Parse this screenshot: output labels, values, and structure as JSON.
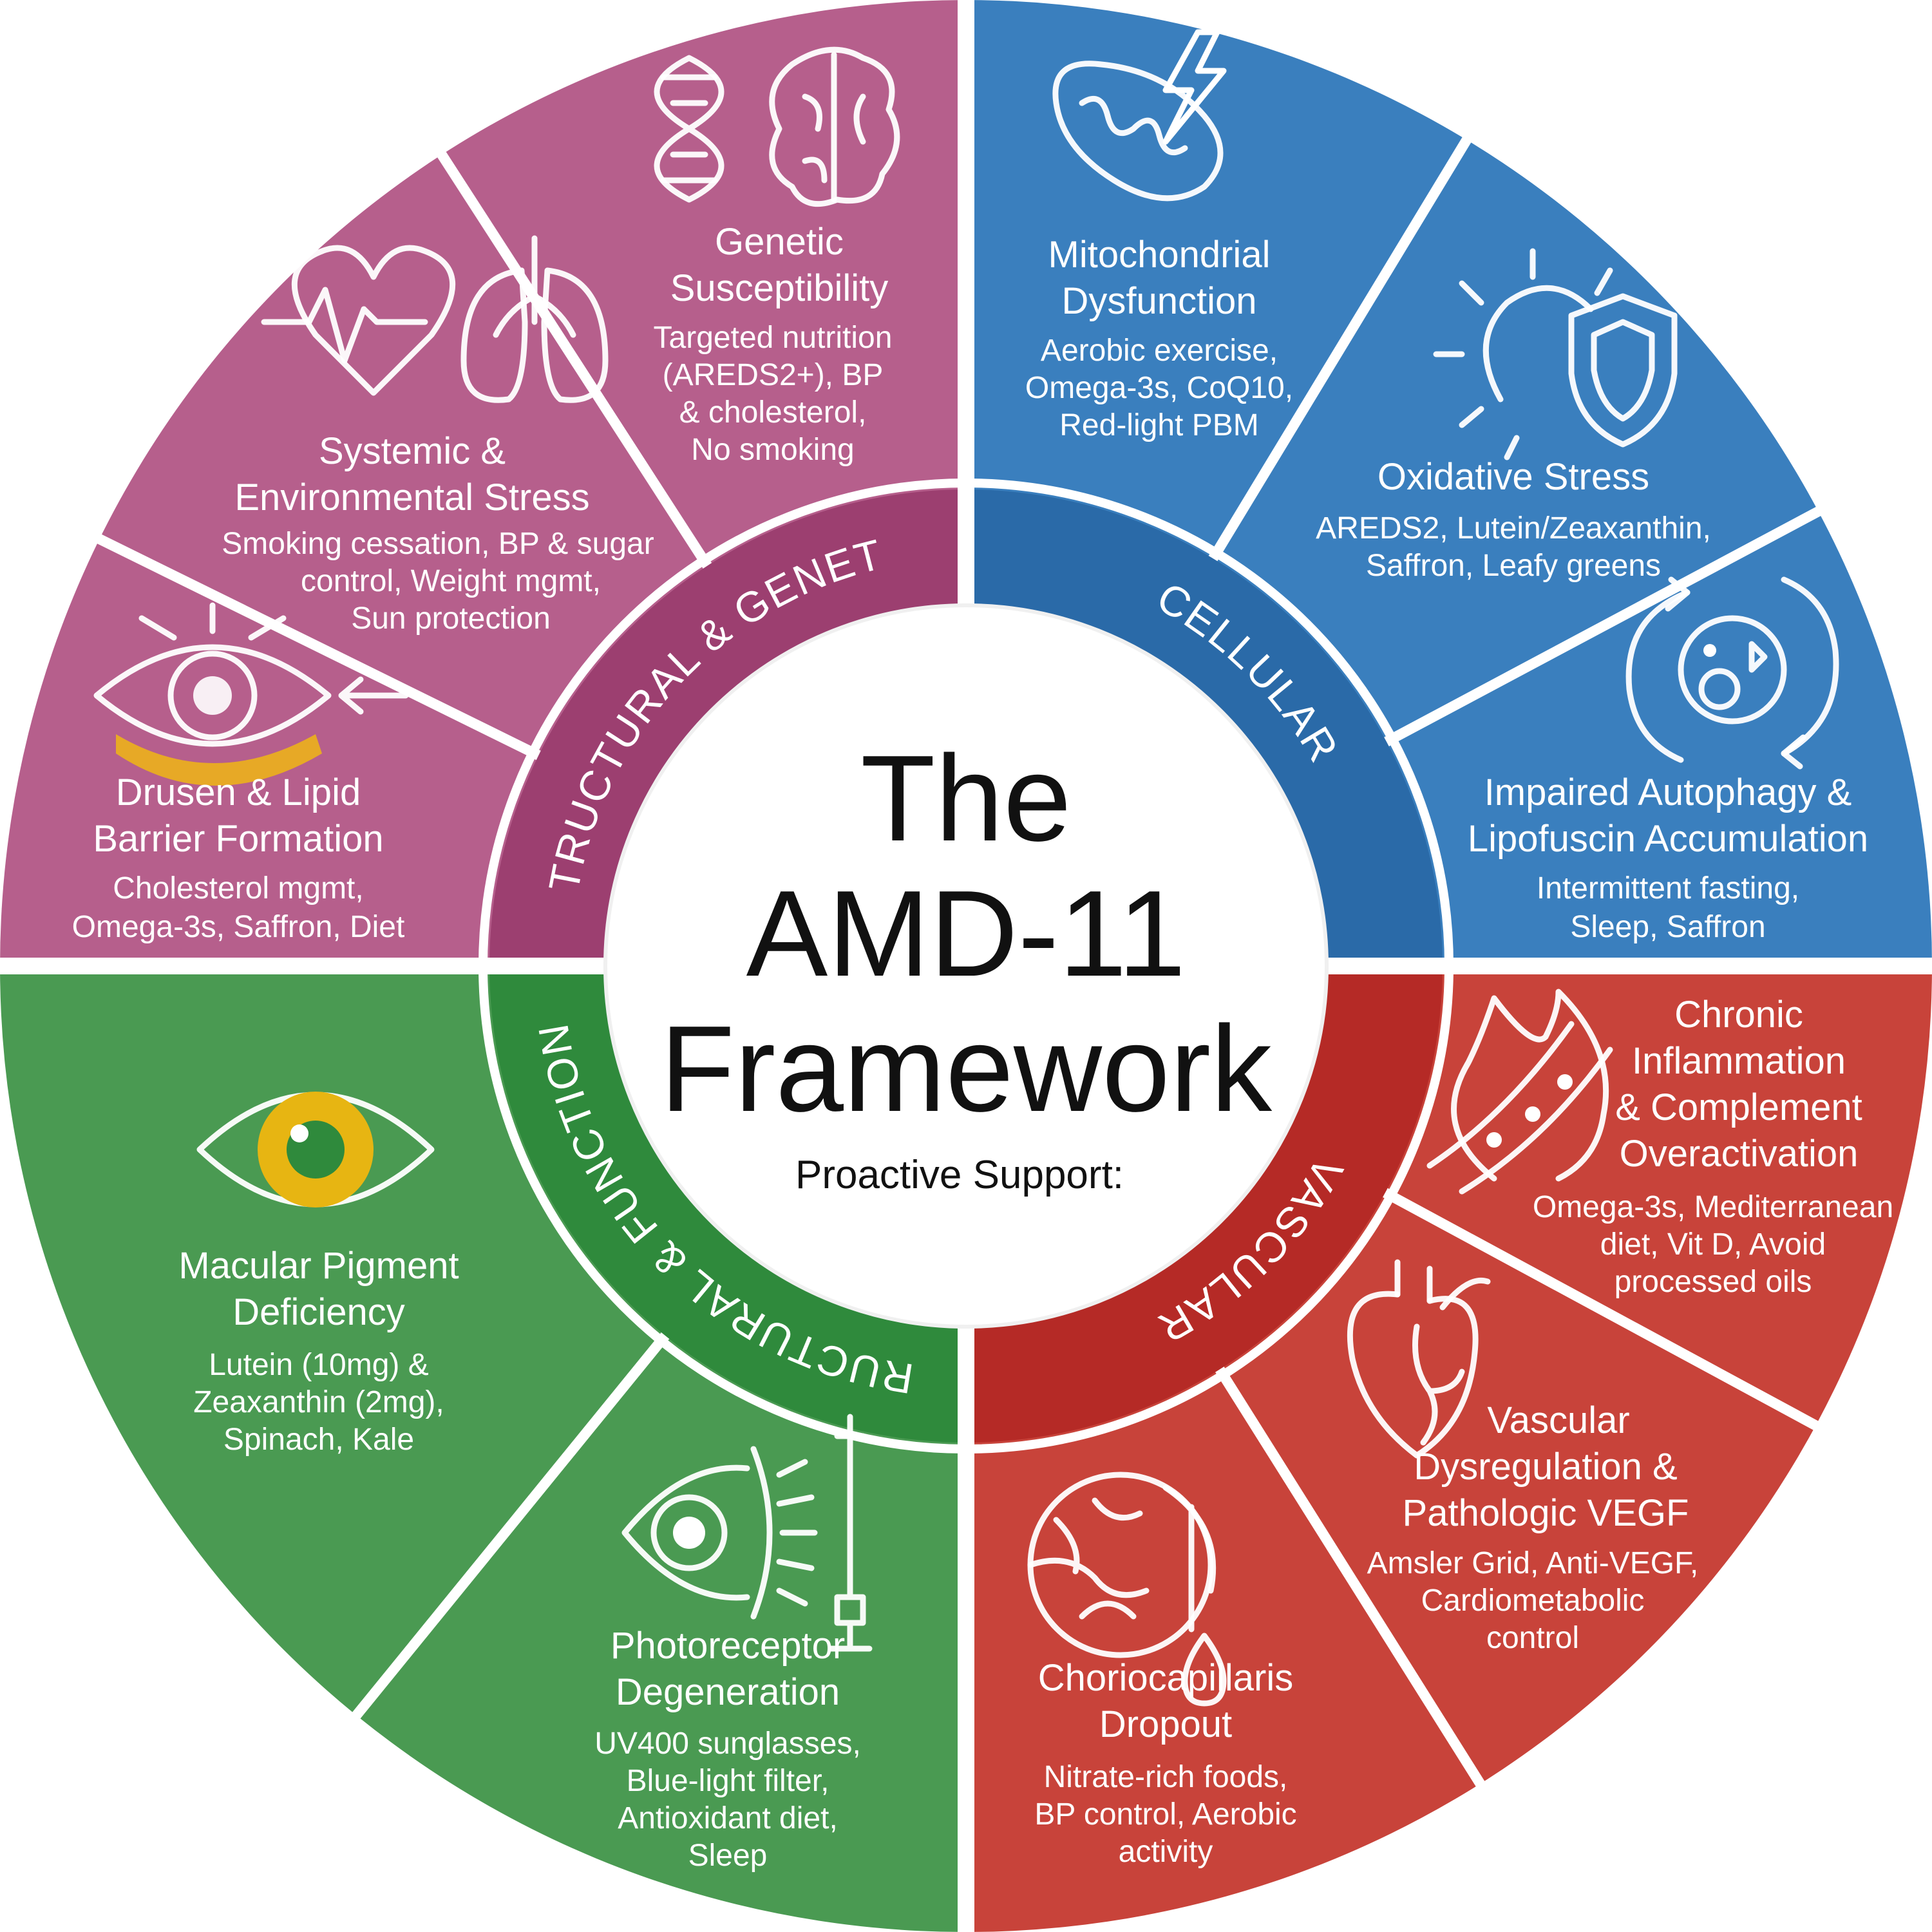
{
  "center": {
    "title_lines": [
      "The",
      "AMD-11",
      "Framework"
    ],
    "subtitle": "Proactive Support:"
  },
  "quadrants": [
    {
      "label": "STRUCTURAL & GENETIC",
      "color": "#b0527f"
    },
    {
      "label": "CELLULAR",
      "color": "#2f78b7"
    },
    {
      "label": "VASCULAR",
      "color": "#c0392b"
    },
    {
      "label": "STRUCTURAL & FUNCTIONAL",
      "color": "#3f9a4a"
    }
  ],
  "colors": {
    "magenta": "#b65f8c",
    "magenta_dark": "#9c3f70",
    "blue": "#3a7fbe",
    "blue_dark": "#2a6aa8",
    "red": "#c8433a",
    "red_dark": "#b52a26",
    "green": "#4a9a52",
    "green_dark": "#2f8a3c",
    "eye_iris": "#e7b512"
  },
  "segments": [
    {
      "icon": "eye-drusen-icon",
      "title": [
        "Drusen & Lipid",
        "Barrier Formation"
      ],
      "desc": [
        "Cholesterol mgmt,",
        "Omega-3s, Saffron, Diet"
      ]
    },
    {
      "icon": "heart-lungs-icon",
      "title": [
        "Systemic &",
        "Environmental Stress"
      ],
      "desc": [
        "Smoking cessation, BP & sugar",
        "control, Weight mgmt,",
        "Sun protection"
      ]
    },
    {
      "icon": "dna-brain-icon",
      "title": [
        "Genetic",
        "Susceptibility"
      ],
      "desc": [
        "Targeted nutrition",
        "(AREDS2+), BP",
        "& cholesterol,",
        "No smoking"
      ]
    },
    {
      "icon": "mitochondria-icon",
      "title": [
        "Mitochondrial",
        "Dysfunction"
      ],
      "desc": [
        "Aerobic exercise,",
        "Omega-3s, CoQ10,",
        "Red-light PBM"
      ]
    },
    {
      "icon": "sun-shield-icon",
      "title": [
        "Oxidative Stress"
      ],
      "desc": [
        "AREDS2, Lutein/Zeaxanthin,",
        "Saffron, Leafy greens"
      ]
    },
    {
      "icon": "autophagy-cycle-icon",
      "title": [
        "Impaired Autophagy &",
        "Lipofuscin Accumulation"
      ],
      "desc": [
        "Intermittent fasting,",
        "Sleep, Saffron"
      ]
    },
    {
      "icon": "flame-vessel-icon",
      "title": [
        "Chronic",
        "Inflammation",
        "& Complement",
        "Overactivation"
      ],
      "desc": [
        "Omega-3s, Mediterranean",
        "diet, Vit D, Avoid",
        "processed oils"
      ]
    },
    {
      "icon": "heart-vessels-icon",
      "title": [
        "Vascular",
        "Dysregulation &",
        "Pathologic VEGF"
      ],
      "desc": [
        "Amsler Grid, Anti-VEGF,",
        "Cardiometabolic",
        "control"
      ]
    },
    {
      "icon": "eyeball-drop-icon",
      "title": [
        "Choriocapillaris",
        "Dropout"
      ],
      "desc": [
        "Nitrate-rich foods,",
        "BP control, Aerobic",
        "activity"
      ]
    },
    {
      "icon": "eye-light-icon",
      "title": [
        "Photoreceptor",
        "Degeneration"
      ],
      "desc": [
        "UV400 sunglasses,",
        "Blue-light filter,",
        "Antioxidant diet,",
        "Sleep"
      ]
    },
    {
      "icon": "eye-pigment-icon",
      "title": [
        "Macular Pigment",
        "Deficiency"
      ],
      "desc": [
        "Lutein (10mg) &",
        "Zeaxanthin (2mg),",
        "Spinach, Kale"
      ]
    }
  ]
}
